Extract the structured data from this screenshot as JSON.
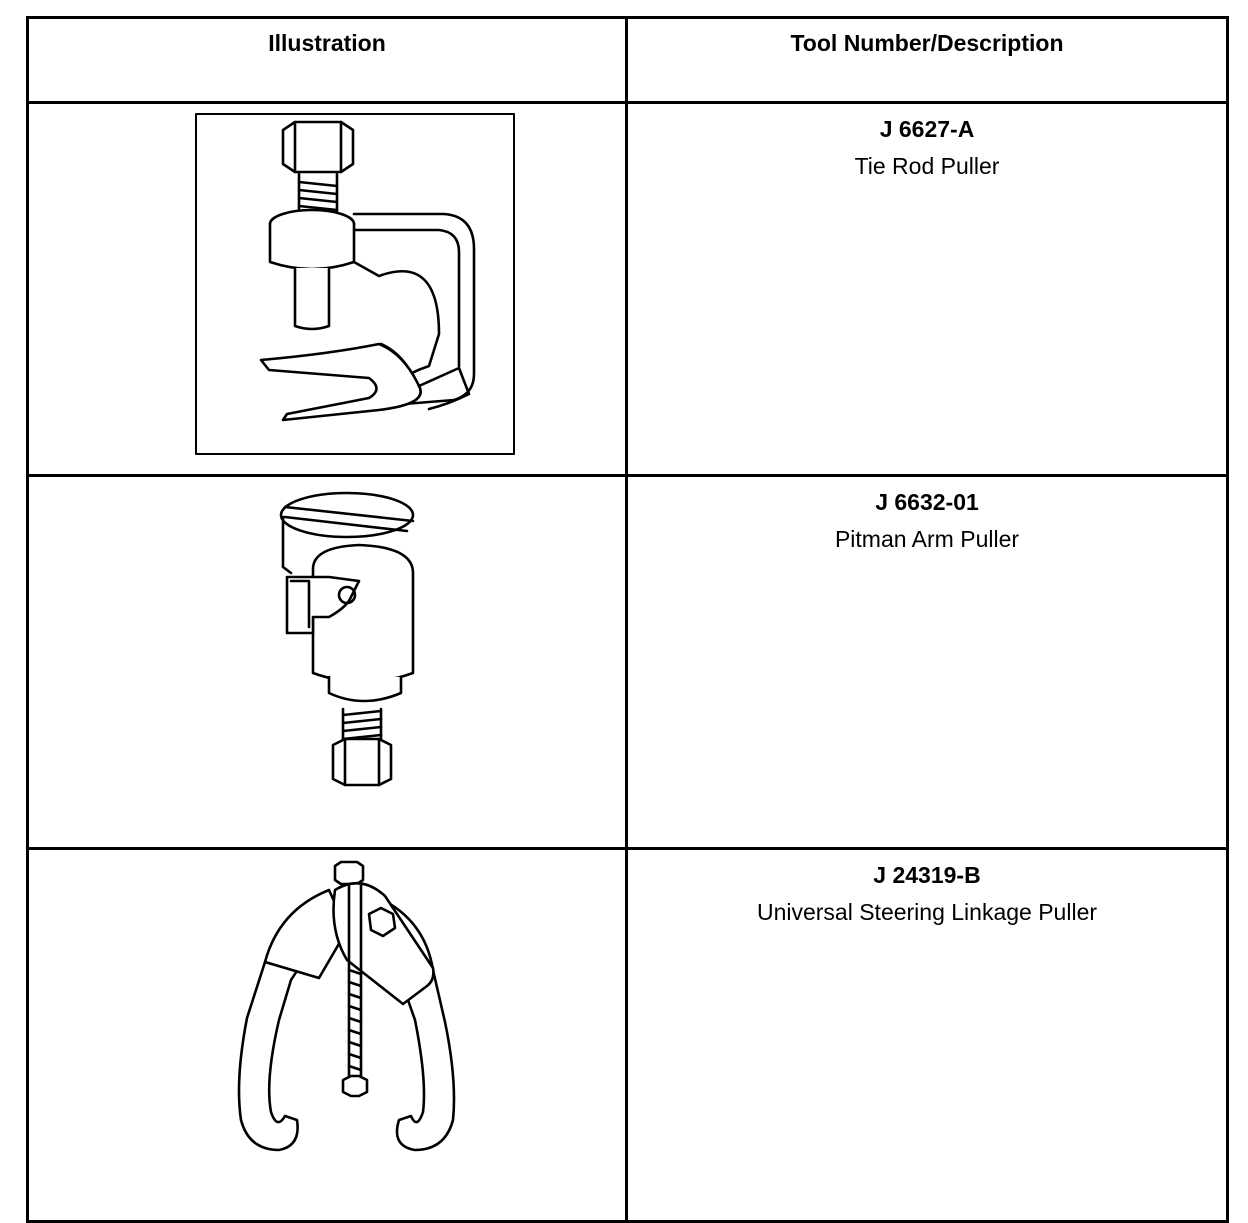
{
  "table": {
    "headers": {
      "illustration": "Illustration",
      "tool": "Tool Number/Description"
    },
    "rows": [
      {
        "number": "J 6627-A",
        "description": "Tie Rod Puller",
        "icon": "tie-rod-puller-illustration"
      },
      {
        "number": "J 6632-01",
        "description": "Pitman Arm Puller",
        "icon": "pitman-arm-puller-illustration"
      },
      {
        "number": "J 24319-B",
        "description": "Universal Steering Linkage Puller",
        "icon": "steering-linkage-puller-illustration"
      }
    ]
  }
}
